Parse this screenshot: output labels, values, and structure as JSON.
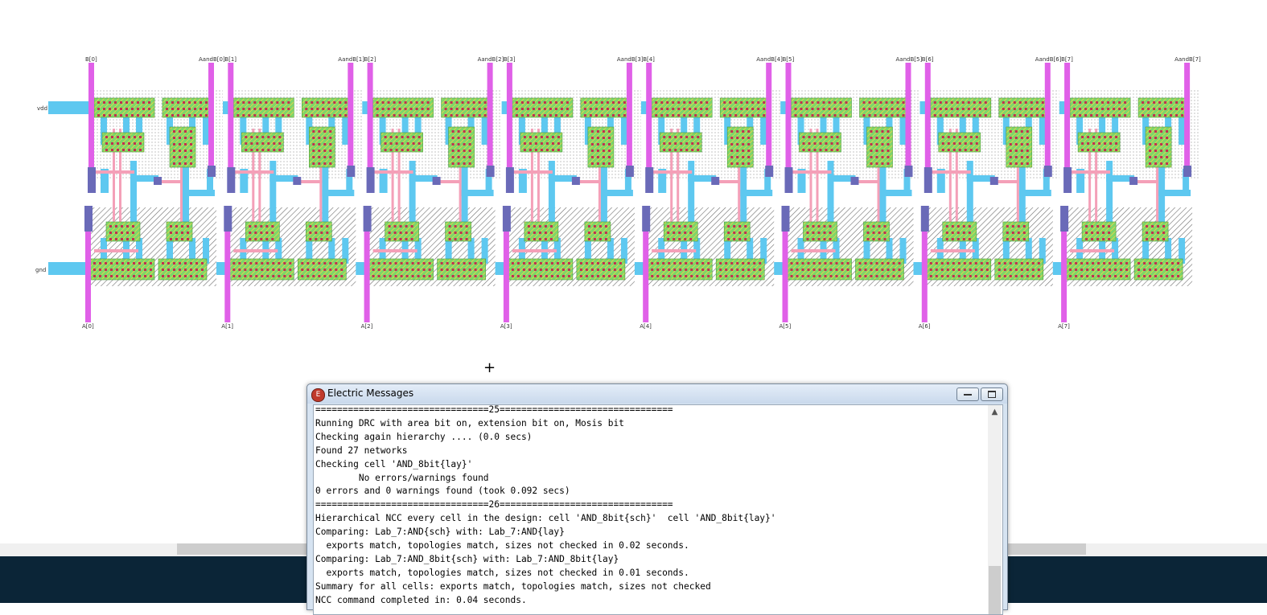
{
  "layout": {
    "rail_labels": {
      "vdd": "vdd",
      "gnd": "gnd"
    },
    "cells": [
      {
        "b": "B[0]",
        "a": "A[0]",
        "out": "AandB[0]"
      },
      {
        "b": "B[1]",
        "a": "A[1]",
        "out": "AandB[1]"
      },
      {
        "b": "B[2]",
        "a": "A[2]",
        "out": "AandB[2]"
      },
      {
        "b": "B[3]",
        "a": "A[3]",
        "out": "AandB[3]"
      },
      {
        "b": "B[4]",
        "a": "A[4]",
        "out": "AandB[4]"
      },
      {
        "b": "B[5]",
        "a": "A[5]",
        "out": "AandB[5]"
      },
      {
        "b": "B[6]",
        "a": "A[6]",
        "out": "AandB[6]"
      },
      {
        "b": "B[7]",
        "a": "A[7]",
        "out": "AandB[7]"
      }
    ],
    "colors": {
      "metal1": "#5ec8f0",
      "metal2": "#e060e8",
      "poly": "#f4a0b8",
      "active": "#7ed66a",
      "contact": "#6a6ab8",
      "well_dots": "#b0b0b0"
    }
  },
  "messages_window": {
    "title": "Electric Messages",
    "icon": "electric-app-icon",
    "lines": [
      "================================25================================",
      "Running DRC with area bit on, extension bit on, Mosis bit",
      "Checking again hierarchy .... (0.0 secs)",
      "Found 27 networks",
      "Checking cell 'AND_8bit{lay}'",
      "        No errors/warnings found",
      "0 errors and 0 warnings found (took 0.092 secs)",
      "================================26================================",
      "Hierarchical NCC every cell in the design: cell 'AND_8bit{sch}'  cell 'AND_8bit{lay}'",
      "Comparing: Lab_7:AND{sch} with: Lab_7:AND{lay}",
      "  exports match, topologies match, sizes not checked in 0.02 seconds.",
      "Comparing: Lab_7:AND_8bit{sch} with: Lab_7:AND_8bit{lay}",
      "  exports match, topologies match, sizes not checked in 0.01 seconds.",
      "Summary for all cells: exports match, topologies match, sizes not checked",
      "NCC command completed in: 0.04 seconds."
    ]
  },
  "cursor": "+"
}
